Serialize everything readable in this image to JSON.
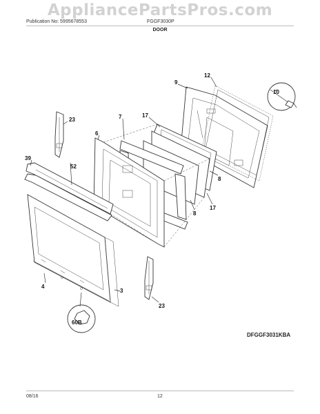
{
  "watermark": "AppliancePartsPros.com",
  "header": {
    "publication": "Publication No: 5995678553",
    "model": "FGGF3030P",
    "section": "DOOR"
  },
  "footer": {
    "date": "08/16",
    "page": "12"
  },
  "diagram_code": "DFGGF3031KBA",
  "parts": {
    "p3": "3",
    "p4": "4",
    "p6": "6",
    "p7": "7",
    "p8a": "8",
    "p8b": "8",
    "p9": "9",
    "p10": "10",
    "p12": "12",
    "p17a": "17",
    "p17b": "17",
    "p23a": "23",
    "p23b": "23",
    "p39": "39",
    "p52": "52",
    "p60b": "60B"
  }
}
